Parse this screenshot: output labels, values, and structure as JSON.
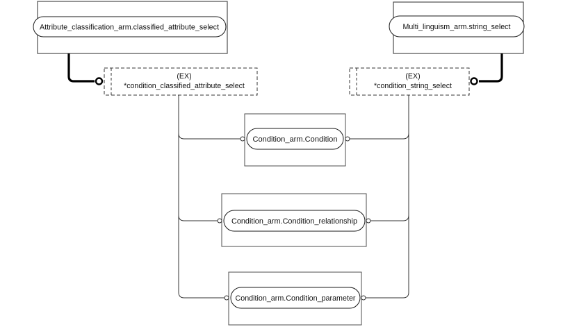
{
  "diagram": {
    "kind": "express-g-schema-diagram",
    "colors": {
      "background": "#ffffff",
      "ink": "#1a1a1a",
      "box_border": "#4d4d4d",
      "wire": "#333333"
    },
    "interschema_refs": [
      {
        "label": "Attribute_classification_arm.classified_attribute_select"
      },
      {
        "label": "Multi_linguism_arm.string_select"
      }
    ],
    "external_defs": [
      {
        "tag": "(EX)",
        "label": "*condition_classified_attribute_select"
      },
      {
        "tag": "(EX)",
        "label": "*condition_string_select"
      }
    ],
    "entities": [
      {
        "label": "Condition_arm.Condition"
      },
      {
        "label": "Condition_arm.Condition_relationship"
      },
      {
        "label": "Condition_arm.Condition_parameter"
      }
    ]
  }
}
